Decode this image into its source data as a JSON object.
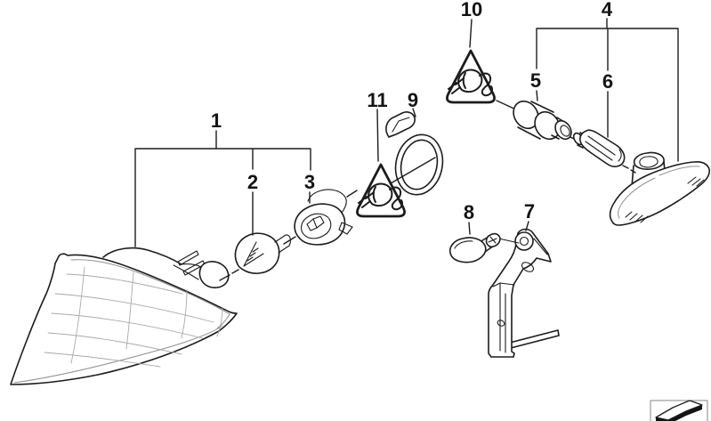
{
  "diagram": {
    "background": "#ffffff",
    "line_color": "#1c1c1c",
    "hatch_color": "#a9a9a9"
  },
  "callouts": [
    {
      "label": "1"
    },
    {
      "label": "2"
    },
    {
      "label": "3"
    },
    {
      "label": "4"
    },
    {
      "label": "5"
    },
    {
      "label": "6"
    },
    {
      "label": "7"
    },
    {
      "label": "8"
    },
    {
      "label": "9"
    },
    {
      "label": "10"
    },
    {
      "label": "11"
    }
  ],
  "icons": {
    "warning_triangle": "unplug-connector-warning-icon",
    "direction_arrow": "viewing-direction-arrow-icon"
  }
}
